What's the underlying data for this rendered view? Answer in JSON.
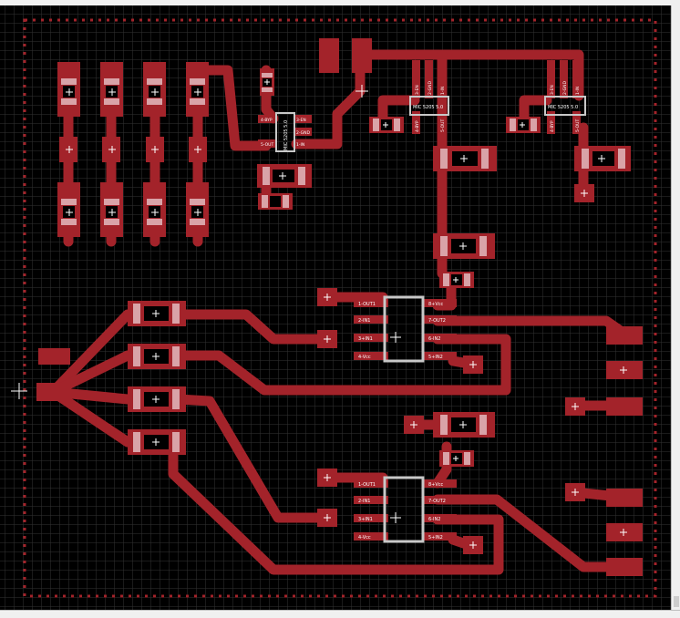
{
  "colors": {
    "background": "#000000",
    "grid": "#3a3a3a",
    "copper": "#a3232a",
    "pad_highlight": "#d9a3a8",
    "silkscreen": "#c8c8c8",
    "label_text": "#ffffff"
  },
  "board": {
    "regulators": [
      {
        "part_label": "MIC 5205 5.0",
        "pins": [
          "1-IN",
          "2-GND",
          "3-EN",
          "4-BYP",
          "5-OUT"
        ]
      },
      {
        "part_label": "MIC 5205 5.0",
        "pins": [
          "1-IN",
          "2-GND",
          "3-EN",
          "4-BYP",
          "5-OUT"
        ]
      },
      {
        "part_label": "MIC 5205 5.0",
        "pins": [
          "1-IN",
          "2-GND",
          "3-EN",
          "4-BYP",
          "5-OUT"
        ]
      }
    ],
    "opamps": [
      {
        "pins_left": [
          "1-OUT1",
          "2-IN1",
          "3+IN1",
          "4-Vcc"
        ],
        "pins_right": [
          "8+Vcc",
          "7-OUT2",
          "6-IN2",
          "5+IN2"
        ]
      },
      {
        "pins_left": [
          "1-OUT1",
          "2-IN1",
          "3+IN1",
          "4-Vcc"
        ],
        "pins_right": [
          "8+Vcc",
          "7-OUT2",
          "6-IN2",
          "5+IN2"
        ]
      }
    ]
  },
  "icons": {
    "crosshair": "crosshair-icon",
    "origin": "origin-marker-icon"
  }
}
